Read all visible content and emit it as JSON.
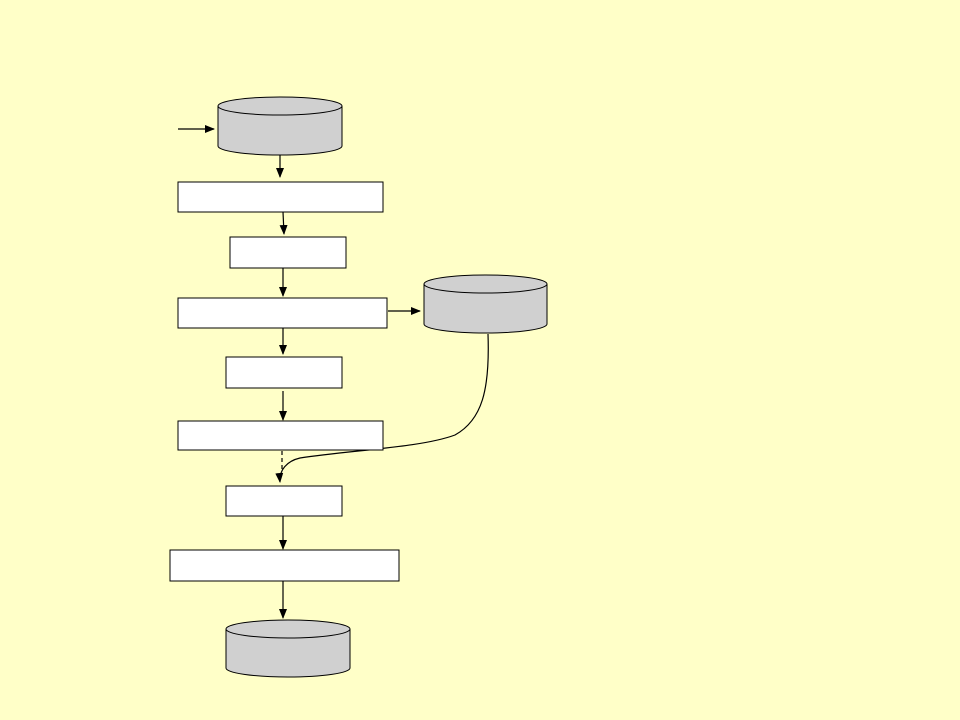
{
  "colors": {
    "background": "#FFFFC8",
    "cylinder_fill": "#D0D0D0",
    "box_fill": "#FFFFFF",
    "stroke": "#000000"
  },
  "diagram": {
    "type": "flowchart",
    "nodes": [
      {
        "id": "input-store",
        "shape": "cylinder",
        "label": ""
      },
      {
        "id": "step-1",
        "shape": "process",
        "label": ""
      },
      {
        "id": "step-2",
        "shape": "process",
        "label": ""
      },
      {
        "id": "step-3",
        "shape": "process",
        "label": ""
      },
      {
        "id": "side-store",
        "shape": "cylinder",
        "label": ""
      },
      {
        "id": "step-4",
        "shape": "process",
        "label": ""
      },
      {
        "id": "step-5",
        "shape": "process",
        "label": ""
      },
      {
        "id": "step-6",
        "shape": "process",
        "label": ""
      },
      {
        "id": "step-7",
        "shape": "process",
        "label": ""
      },
      {
        "id": "output-store",
        "shape": "cylinder",
        "label": ""
      }
    ],
    "edges": [
      {
        "from": "",
        "to": "input-store",
        "style": "solid"
      },
      {
        "from": "input-store",
        "to": "step-1",
        "style": "solid"
      },
      {
        "from": "step-1",
        "to": "step-2",
        "style": "solid"
      },
      {
        "from": "step-2",
        "to": "step-3",
        "style": "solid"
      },
      {
        "from": "step-3",
        "to": "side-store",
        "style": "solid"
      },
      {
        "from": "step-3",
        "to": "step-4",
        "style": "solid"
      },
      {
        "from": "step-4",
        "to": "step-5",
        "style": "solid"
      },
      {
        "from": "step-5",
        "to": "step-6",
        "style": "dashed"
      },
      {
        "from": "side-store",
        "to": "step-6",
        "style": "curved"
      },
      {
        "from": "step-6",
        "to": "step-7",
        "style": "solid"
      },
      {
        "from": "step-7",
        "to": "output-store",
        "style": "solid"
      }
    ]
  }
}
